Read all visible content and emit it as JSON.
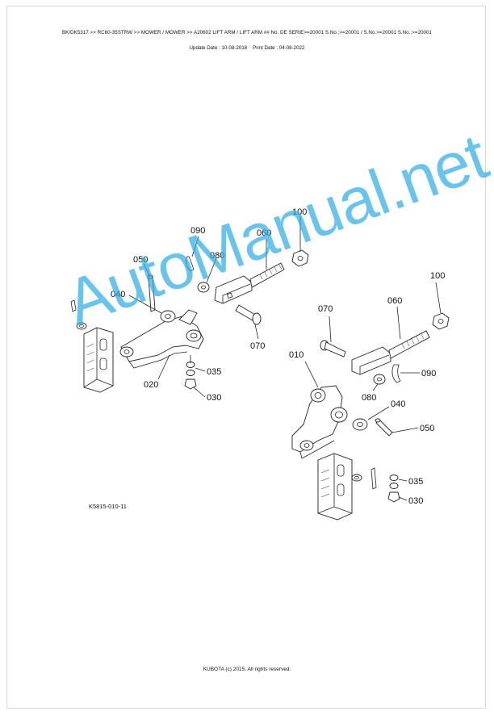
{
  "header": {
    "breadcrumb": "BKIDK5317 >> RC60-35STRW >> MOWER / MOWER >> A20602   LIFT ARM / LIFT ARM ## No. DE SERIE>=20001 S.No.;>=20001 / S.No.>=20001 S.No.;>=20001",
    "update_date": "Update Date : 10-08-2018",
    "print_date": "Print Date : 04-08-2022"
  },
  "diagram": {
    "figure_code": "K5815-010-11",
    "callouts": {
      "c090_left": "090",
      "c080_left": "080",
      "c050_left": "050",
      "c060_left": "060",
      "c100_left": "100",
      "c040_left": "040",
      "c070_left": "070",
      "c020": "020",
      "c035_left": "035",
      "c030_left": "030",
      "c100_right": "100",
      "c070_right": "070",
      "c060_right": "060",
      "c010": "010",
      "c090_right": "090",
      "c080_right": "080",
      "c040_right": "040",
      "c050_right": "050",
      "c035_right": "035",
      "c030_right": "030"
    }
  },
  "watermark": "AutoManual.net",
  "footer": {
    "copyright": "KUBOTA (c) 2015. All rights reserved."
  }
}
